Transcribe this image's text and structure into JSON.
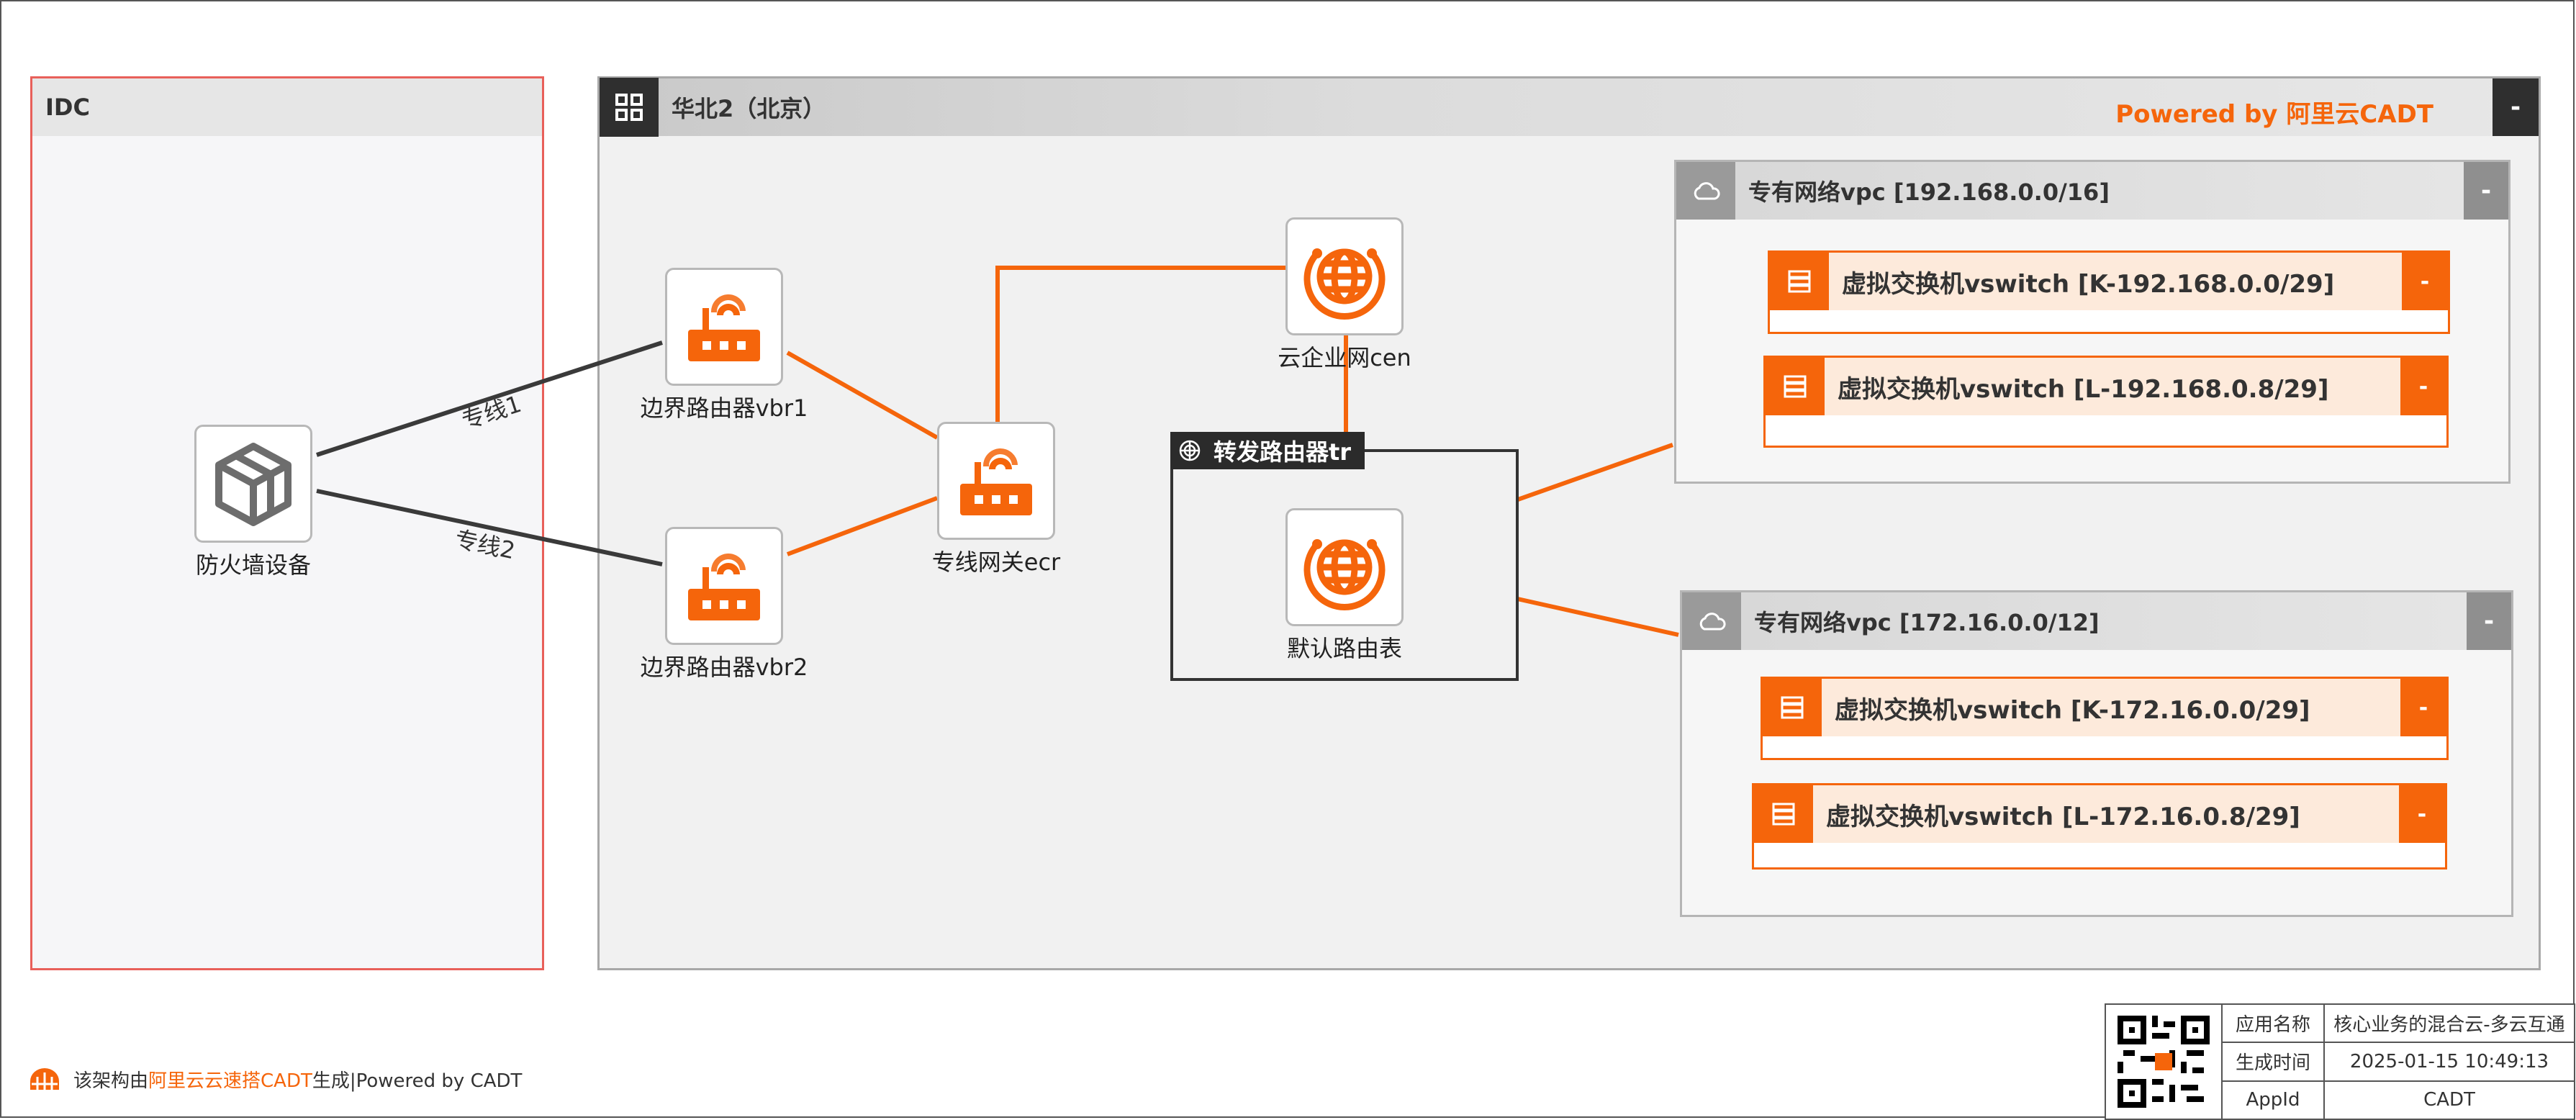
{
  "idc": {
    "title": "IDC"
  },
  "region": {
    "title": "华北2（北京）",
    "powered_by": "Powered by 阿里云CADT",
    "collapse": "-"
  },
  "vpcs": [
    {
      "title": "专有网络vpc [192.168.0.0/16]",
      "collapse": "-",
      "vswitches": [
        {
          "title": "虚拟交换机vswitch [K-192.168.0.0/29]",
          "collapse": "-"
        },
        {
          "title": "虚拟交换机vswitch [L-192.168.0.8/29]",
          "collapse": "-"
        }
      ]
    },
    {
      "title": "专有网络vpc [172.16.0.0/12]",
      "collapse": "-",
      "vswitches": [
        {
          "title": "虚拟交换机vswitch [K-172.16.0.0/29]",
          "collapse": "-"
        },
        {
          "title": "虚拟交换机vswitch [L-172.16.0.8/29]",
          "collapse": "-"
        }
      ]
    }
  ],
  "tr": {
    "title": "转发路由器tr"
  },
  "nodes": {
    "firewall": "防火墙设备",
    "vbr1": "边界路由器vbr1",
    "vbr2": "边界路由器vbr2",
    "ecr": "专线网关ecr",
    "cen": "云企业网cen",
    "route_table": "默认路由表"
  },
  "links": {
    "line1": "专线1",
    "line2": "专线2"
  },
  "footer": {
    "prefix": "该架构由",
    "brand": "阿里云云速搭CADT",
    "suffix": "生成|Powered by CADT"
  },
  "info_table": {
    "rows": [
      {
        "label": "应用名称",
        "value": "核心业务的混合云-多云互通"
      },
      {
        "label": "生成时间",
        "value": "2025-01-15 10:49:13"
      },
      {
        "label": "AppId",
        "value": "CADT"
      }
    ]
  },
  "colors": {
    "accent": "#f5650b",
    "line_dark": "#3a3a3a",
    "idc_border": "#e8605a"
  },
  "icons": {
    "firewall": "cube-icon",
    "router": "router-icon",
    "cen": "globe-icon",
    "region": "grid-icon",
    "vpc": "cloud-icon",
    "vswitch": "switch-icon",
    "tr": "tr-icon",
    "qr": "qr-code-icon",
    "logo": "cadt-logo-icon"
  }
}
